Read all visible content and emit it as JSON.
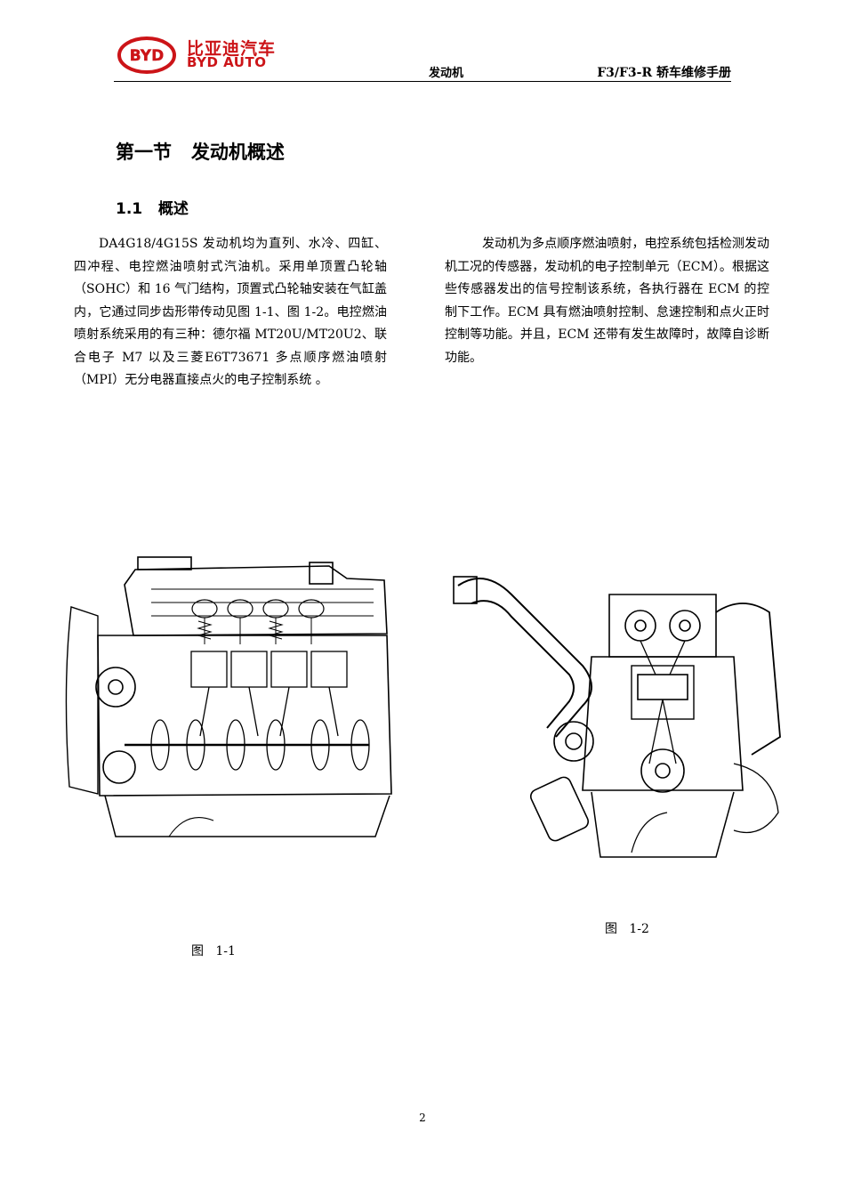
{
  "header": {
    "logo_text": "BYD",
    "brand_cn": "比亚迪汽车",
    "brand_en": "BYD AUTO",
    "section": "发动机",
    "manual_title": "F3/F3-R 轿车维修手册",
    "brand_color": "#cc1418"
  },
  "content": {
    "section_title": "第一节   发动机概述",
    "subsection_title": "1.1   概述",
    "paragraph_left": "DA4G18/4G15S 发动机均为直列、水冷、四缸、四冲程、电控燃油喷射式汽油机。采用单顶置凸轮轴（SOHC）和 16 气门结构，顶置式凸轮轴安装在气缸盖内，它通过同步齿形带传动见图 1-1、图 1-2。电控燃油喷射系统采用的有三种：德尔福 MT20U/MT20U2、联合电子 M7 以及三菱E6T73671 多点顺序燃油喷射（MPI）无分电器直接点火的电子控制系统 。",
    "paragraph_right": "发动机为多点顺序燃油喷射，电控系统包括检测发动机工况的传感器，发动机的电子控制单元（ECM）。根据这些传感器发出的信号控制该系统，各执行器在 ECM 的控制下工作。ECM 具有燃油喷射控制、怠速控制和点火正时控制等功能。并且，ECM 还带有发生故障时，故障自诊断功能。"
  },
  "figures": [
    {
      "caption": "图   1-1"
    },
    {
      "caption": "图   1-2"
    }
  ],
  "footer": {
    "page_number": "2"
  }
}
